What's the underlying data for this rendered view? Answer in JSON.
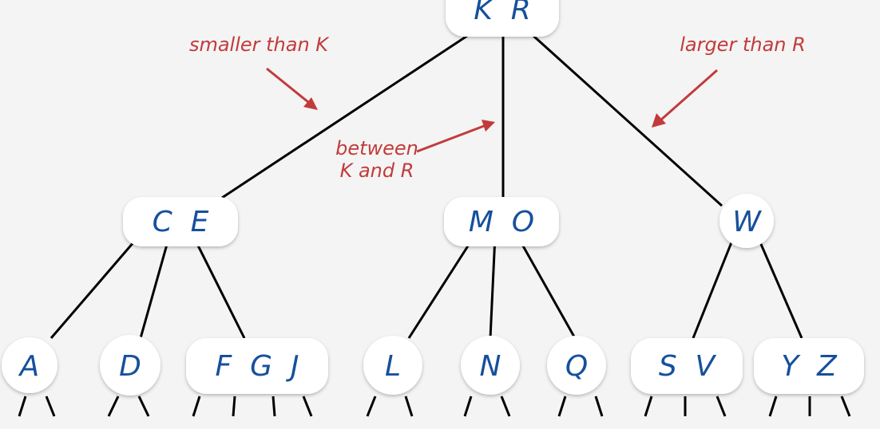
{
  "nodes": {
    "root": "K  R",
    "left": "C  E",
    "middle": "M  O",
    "right": "W",
    "leaf_a": "A",
    "leaf_d": "D",
    "leaf_fgj": "F  G  J",
    "leaf_l": "L",
    "leaf_n": "N",
    "leaf_q": "Q",
    "leaf_sv": "S  V",
    "leaf_yz": "Y  Z"
  },
  "annotations": {
    "smaller": "smaller than K",
    "larger": "larger than R",
    "between_line1": "between",
    "between_line2": "K and R"
  },
  "colors": {
    "background": "#f4f4f4",
    "key_text": "#16509c",
    "annotation": "#c23b3b",
    "edge": "#000000",
    "node_fill": "#ffffff"
  }
}
